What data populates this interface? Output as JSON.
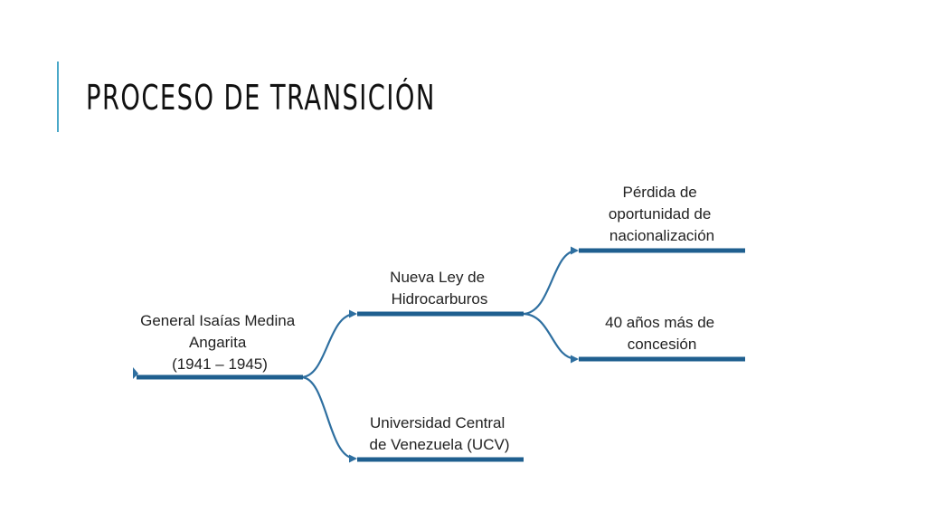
{
  "slide": {
    "title": "PROCESO DE TRANSICIÓN"
  },
  "diagram": {
    "root": {
      "lines": [
        "General Isaías Medina",
        "Angarita",
        "(1941 – 1945)"
      ]
    },
    "branch_ley": {
      "lines": [
        "Nueva Ley de",
        "Hidrocarburos"
      ]
    },
    "branch_ucv": {
      "lines": [
        "Universidad Central",
        "de Venezuela (UCV)"
      ]
    },
    "leaf_perdida": {
      "lines": [
        "Pérdida de",
        "oportunidad de",
        "nacionalización"
      ]
    },
    "leaf_anos": {
      "lines": [
        "40 años más de",
        "concesión"
      ]
    },
    "colors": {
      "line": "#1f5f8f",
      "connector": "#2e6fa0",
      "accent": "#4aa8c8"
    }
  }
}
